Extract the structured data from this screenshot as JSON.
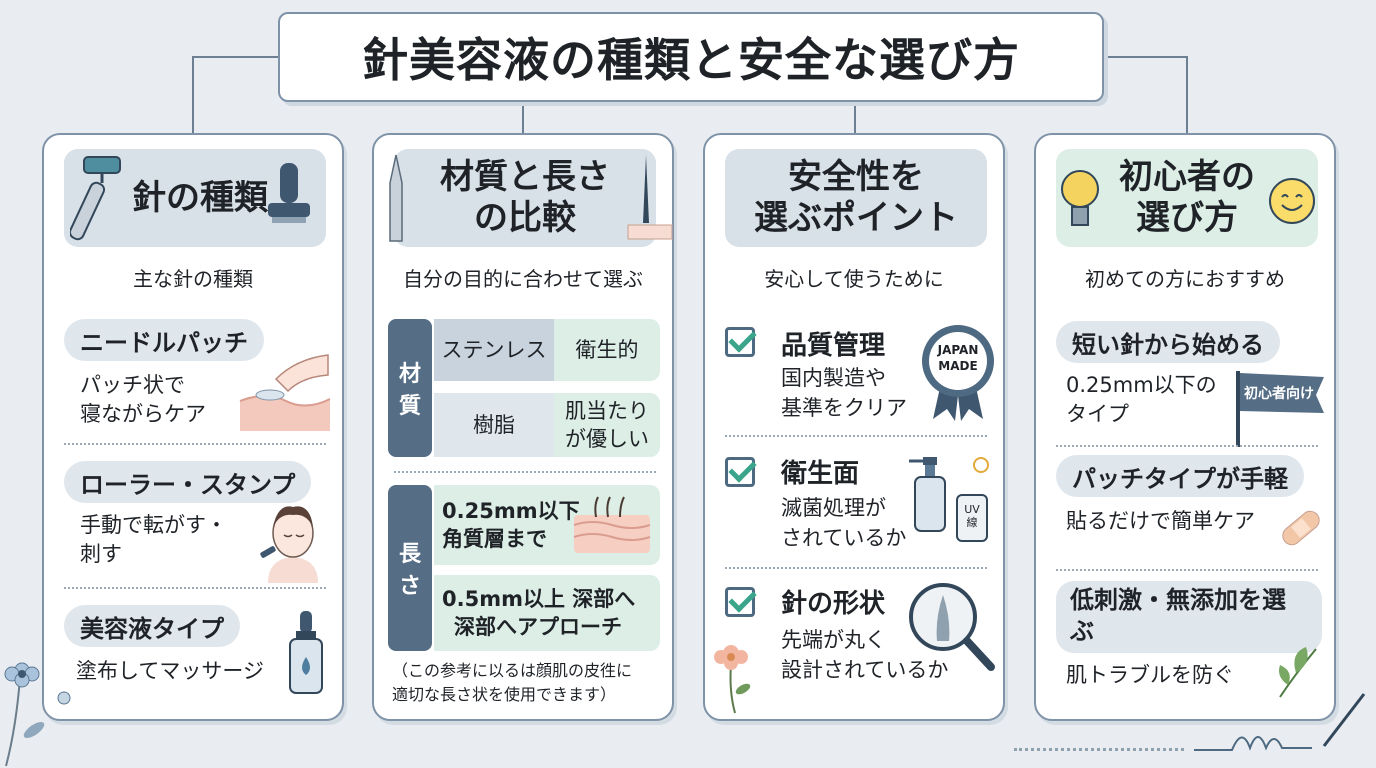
{
  "title": "針美容液の種類と安全な選び方",
  "col1": {
    "header": "針の種類",
    "sub": "主な針の種類",
    "items": [
      {
        "label": "ニードルパッチ",
        "desc1": "パッチ状で",
        "desc2": "寝ながらケア"
      },
      {
        "label": "ローラー・スタンプ",
        "desc1": "手動で転がす・",
        "desc2": "刺す"
      },
      {
        "label": "美容液タイプ",
        "desc1": "塗布してマッサージ",
        "desc2": ""
      }
    ]
  },
  "col2": {
    "header1": "材質と長さ",
    "header2": "の比較",
    "sub": "自分の目的に合わせて選ぶ",
    "material_label1": "材",
    "material_label2": "質",
    "material": [
      {
        "name": "ステンレス",
        "merit": "衛生的"
      },
      {
        "name": "樹脂",
        "merit1": "肌当たり",
        "merit2": "が優しい"
      }
    ],
    "length_label1": "長",
    "length_label2": "さ",
    "length": [
      {
        "l1": "0.25mm以下",
        "l2": "角質層まで"
      },
      {
        "l1": "0.5mm以上  深部へ",
        "l2": "深部へアプローチ"
      }
    ],
    "note1": "（この参考に以るは顔肌の皮徃に",
    "note2": "適切な長さ状を使用できます）"
  },
  "col3": {
    "header1": "安全性を",
    "header2": "選ぶポイント",
    "sub": "安心して使うために",
    "items": [
      {
        "head": "品質管理",
        "d1": "国内製造や",
        "d2": "基準をクリア"
      },
      {
        "head": "衛生面",
        "d1": "滅菌処理が",
        "d2": "されているか"
      },
      {
        "head": "針の形状",
        "d1": "先端が丸く",
        "d2": "設計されているか"
      }
    ],
    "badge1": "JAPAN",
    "badge2": "MADE",
    "uv1": "UV",
    "uv2": "線"
  },
  "col4": {
    "header1": "初心者の",
    "header2": "選び方",
    "sub": "初めての方におすすめ",
    "items": [
      {
        "label": "短い針から始める",
        "desc": "0.25mm以下の",
        "desc2": "タイプ"
      },
      {
        "label": "パッチタイプが手軽",
        "desc": "貼るだけで簡単ケア"
      },
      {
        "label1": "低刺激・無添加を選",
        "label2": "ぶ",
        "desc": "肌トラブルを防ぐ"
      }
    ],
    "flag": "初心者向け"
  },
  "colors": {
    "border": "#7f93a8",
    "header_blue": "#d8e0e8",
    "header_green": "#dceee5",
    "accent_green": "#3aa58b",
    "slate": "#556d85"
  }
}
